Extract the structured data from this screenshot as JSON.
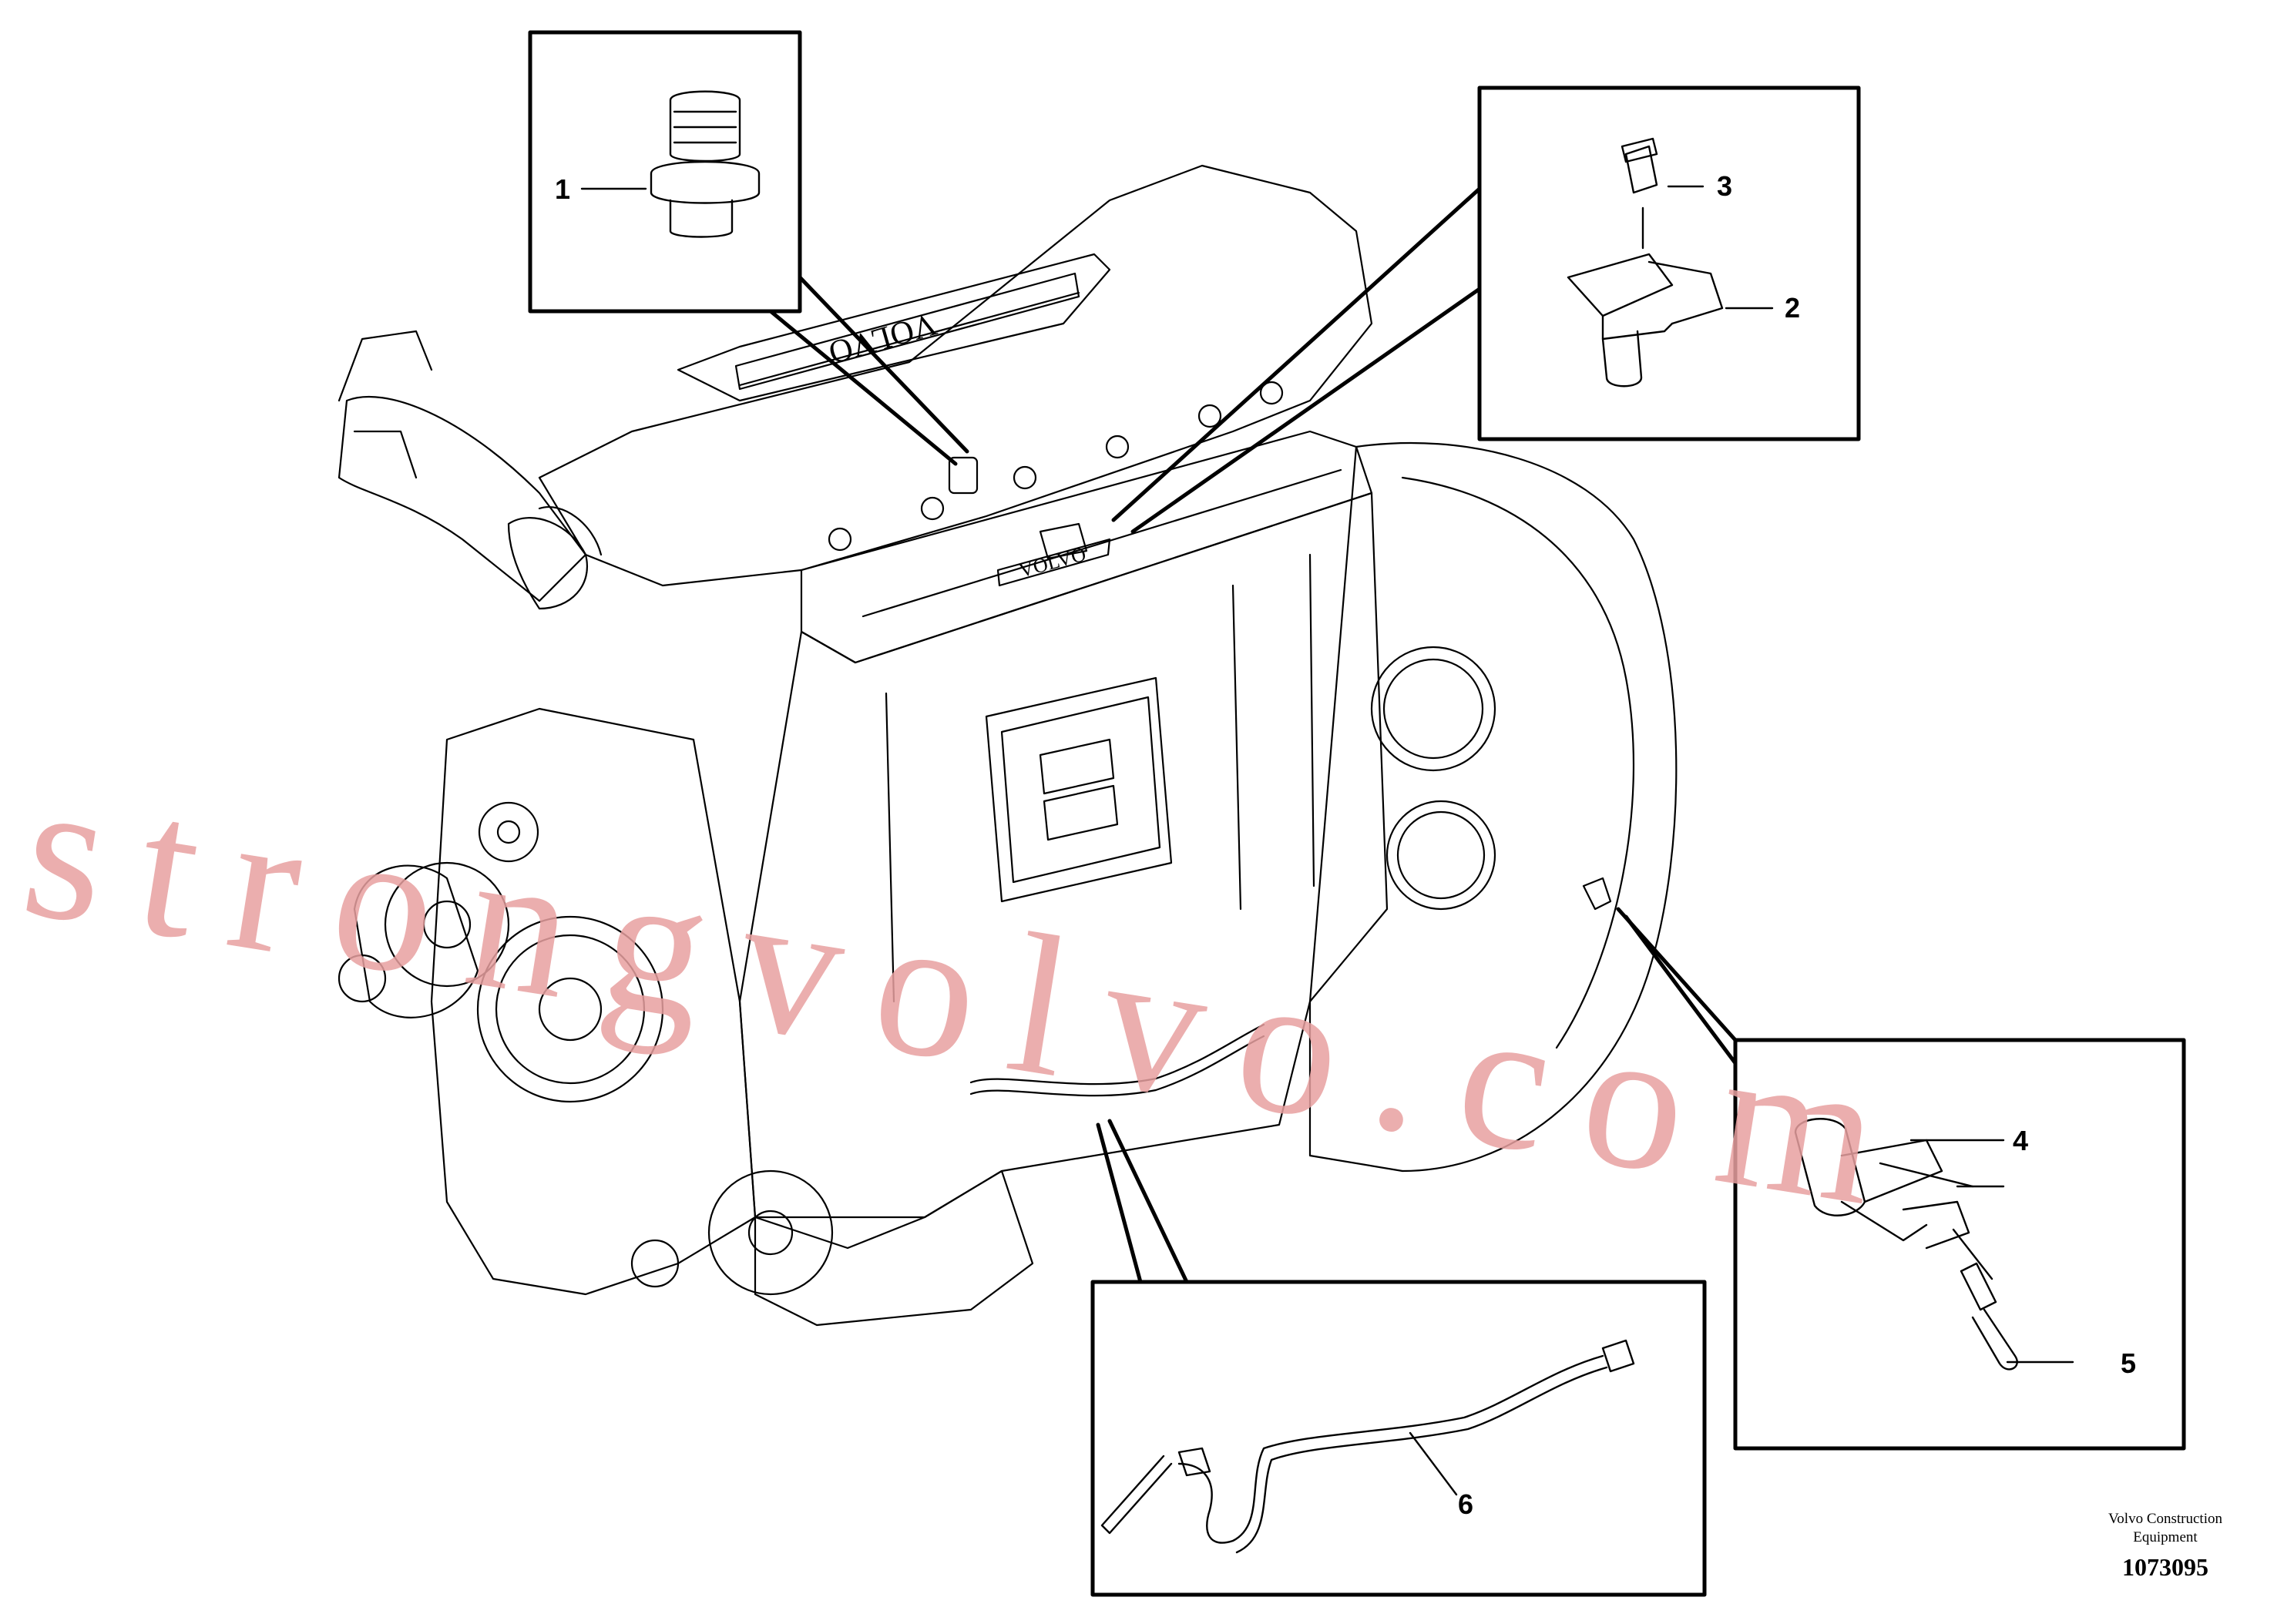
{
  "callouts": {
    "c1": "1",
    "c2": "2",
    "c3": "3",
    "c4": "4",
    "c5": "5",
    "c6": "6"
  },
  "engine_cover_text": "VOLVO",
  "block_text": "VOLVO",
  "watermark": "strongvolvo.com",
  "caption": {
    "company_line1": "Volvo Construction",
    "company_line2": "Equipment",
    "doc_number": "1073095"
  }
}
